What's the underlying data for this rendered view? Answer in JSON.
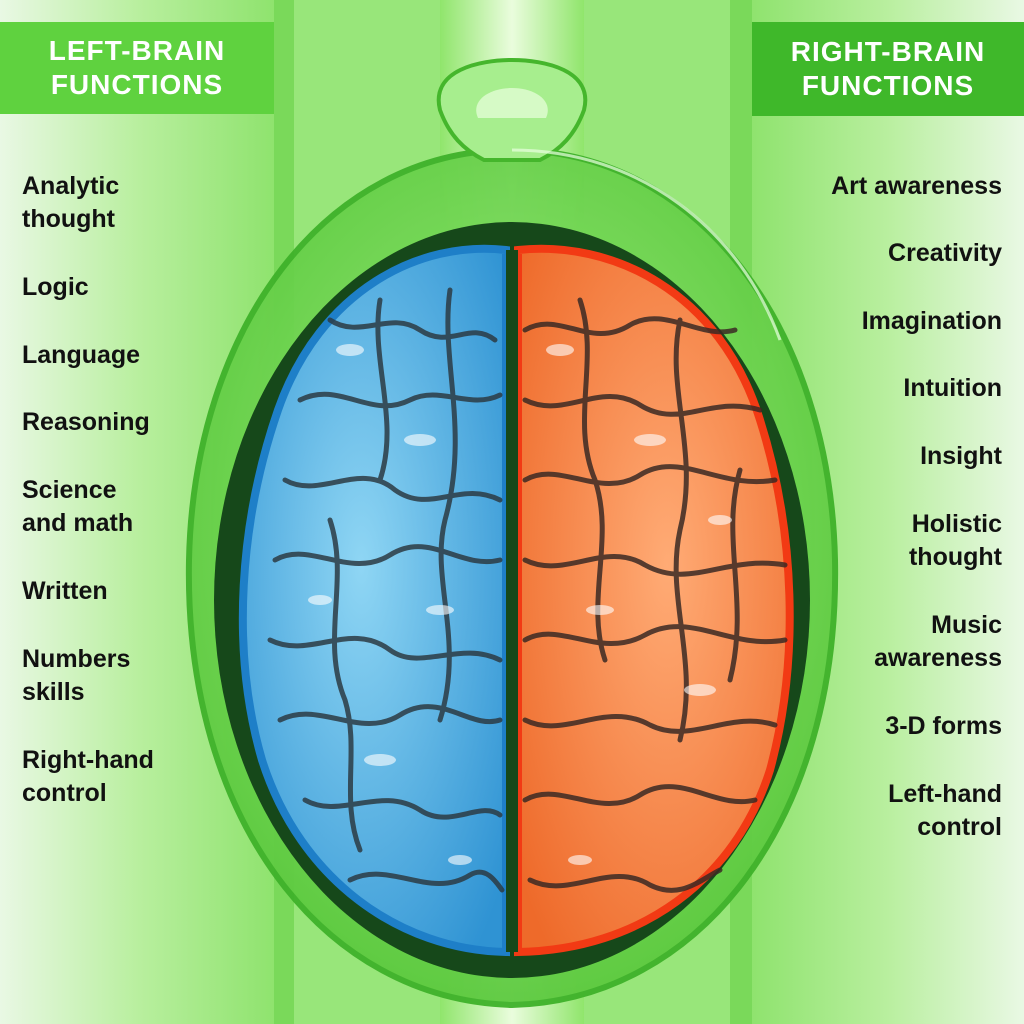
{
  "left": {
    "title_line1": "LEFT-BRAIN",
    "title_line2": "FUNCTIONS",
    "items": [
      "Analytic\nthought",
      "Logic",
      "Language",
      "Reasoning",
      "Science\nand math",
      "Written",
      "Numbers\nskills",
      "Right-hand\ncontrol"
    ]
  },
  "right": {
    "title_line1": "RIGHT-BRAIN",
    "title_line2": "FUNCTIONS",
    "items": [
      "Art awareness",
      "Creativity",
      "Imagination",
      "Intuition",
      "Insight",
      "Holistic\nthought",
      "Music\nawareness",
      "3-D forms",
      "Left-hand\ncontrol"
    ]
  },
  "colors": {
    "left_hemisphere": "#4fb4e4",
    "right_hemisphere": "#f07a3a",
    "right_outline": "#f23a14",
    "left_outline": "#1e7fc8",
    "header_green": "#5fd23f"
  },
  "icons": [
    "brain-illustration",
    "head-outline"
  ]
}
